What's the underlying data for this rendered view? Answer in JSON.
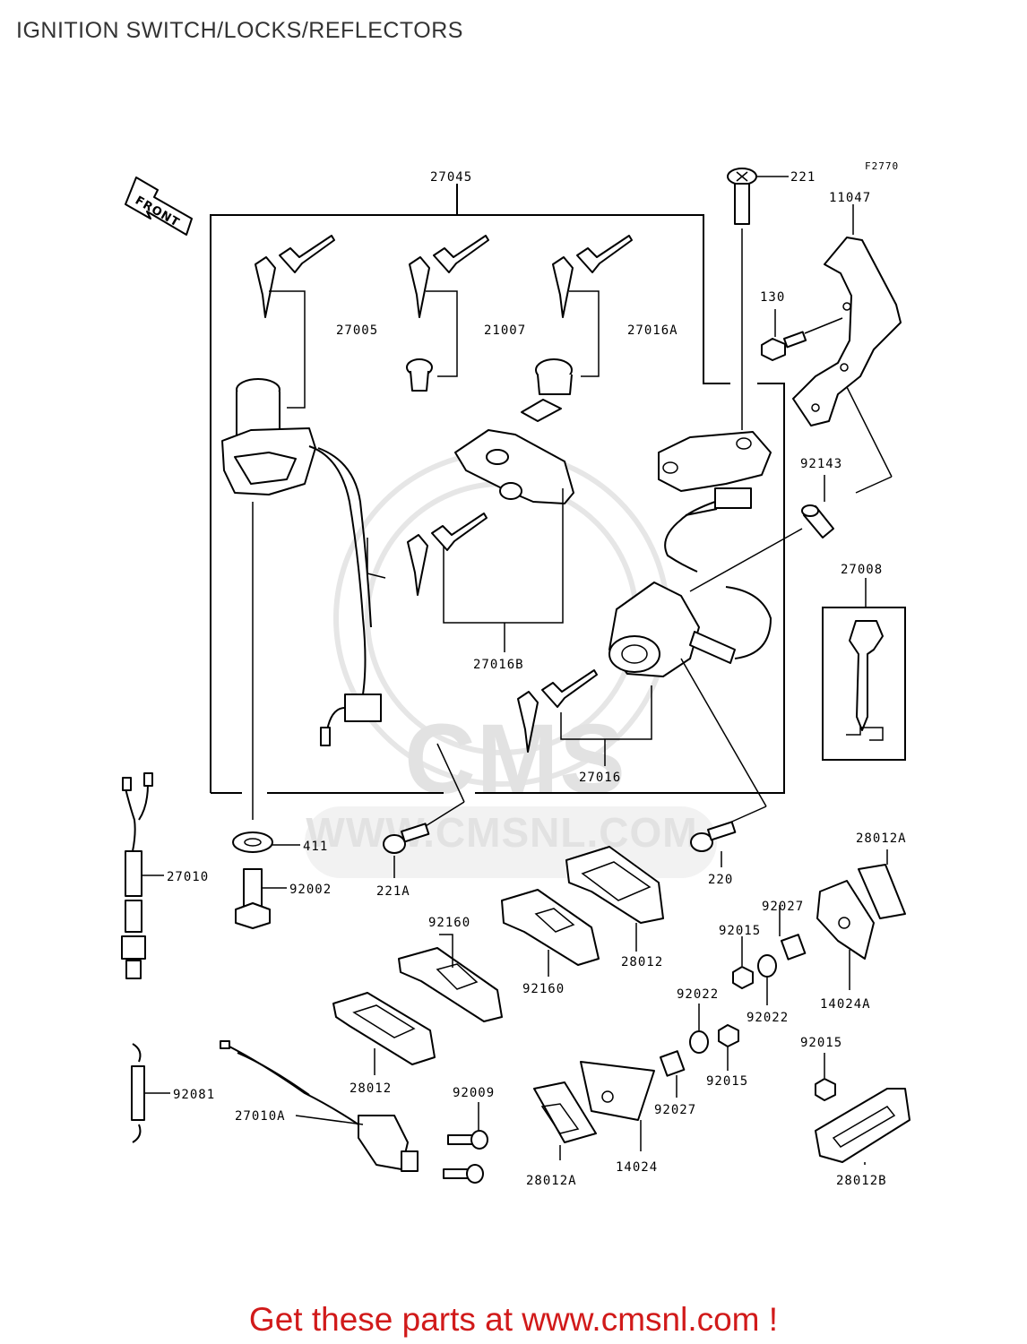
{
  "page": {
    "title": "IGNITION SWITCH/LOCKS/REFLECTORS",
    "figure_code": "F2770",
    "front_label": "FRONT",
    "watermark": "WWW.CMSNL.COM",
    "watermark_logo": "CMS",
    "footer": "Get these parts at www.cmsnl.com !"
  },
  "labels": {
    "p27045": "27045",
    "p221": "221",
    "p11047": "11047",
    "p27005": "27005",
    "p21007": "21007",
    "p27016A": "27016A",
    "p130": "130",
    "p92143": "92143",
    "p27008": "27008",
    "p27016B": "27016B",
    "p27016": "27016",
    "p27010": "27010",
    "p411": "411",
    "p92002": "92002",
    "p221A": "221A",
    "p220": "220",
    "p28012A_top": "28012A",
    "p92160_a": "92160",
    "p92160_b": "92160",
    "p28012_top": "28012",
    "p92027_top": "92027",
    "p92015_top": "92015",
    "p92022_right": "92022",
    "p14024A": "14024A",
    "p92022_left": "92022",
    "p92015_mid": "92015",
    "p92015_right": "92015",
    "p92081": "92081",
    "p28012_bottom": "28012",
    "p92009": "92009",
    "p27010A": "27010A",
    "p92027_bottom": "92027",
    "p28012A_bottom": "28012A",
    "p14024": "14024",
    "p28012B": "28012B"
  }
}
